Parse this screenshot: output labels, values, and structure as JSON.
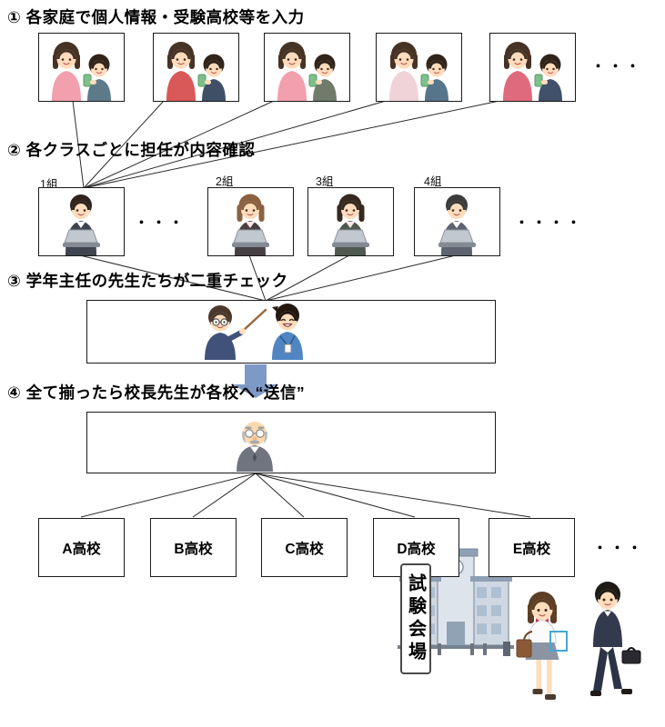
{
  "steps": [
    {
      "title": "① 各家庭で個人情報・受験高校等を入力"
    },
    {
      "title": "② 各クラスごとに担任が内容確認"
    },
    {
      "title": "③ 学年主任の先生たちが二重チェック"
    },
    {
      "title": "④ 全て揃ったら校長先生が各校へ“送信”"
    }
  ],
  "classes": [
    {
      "label": "1組"
    },
    {
      "label": "2組"
    },
    {
      "label": "3組"
    },
    {
      "label": "4組"
    }
  ],
  "schools": [
    {
      "label": "A高校"
    },
    {
      "label": "B高校"
    },
    {
      "label": "C高校"
    },
    {
      "label": "D高校"
    },
    {
      "label": "E高校"
    }
  ],
  "ellipses": {
    "families": "・・・",
    "classes_mid": "・・・",
    "classes_end": "・・・・",
    "schools": "・・・"
  },
  "venue_sign": "試験会場",
  "palette": {
    "arrow_blue": "#7d99c6",
    "connector_line": "#2a2a2a",
    "box_border": "#1a1a1a"
  }
}
